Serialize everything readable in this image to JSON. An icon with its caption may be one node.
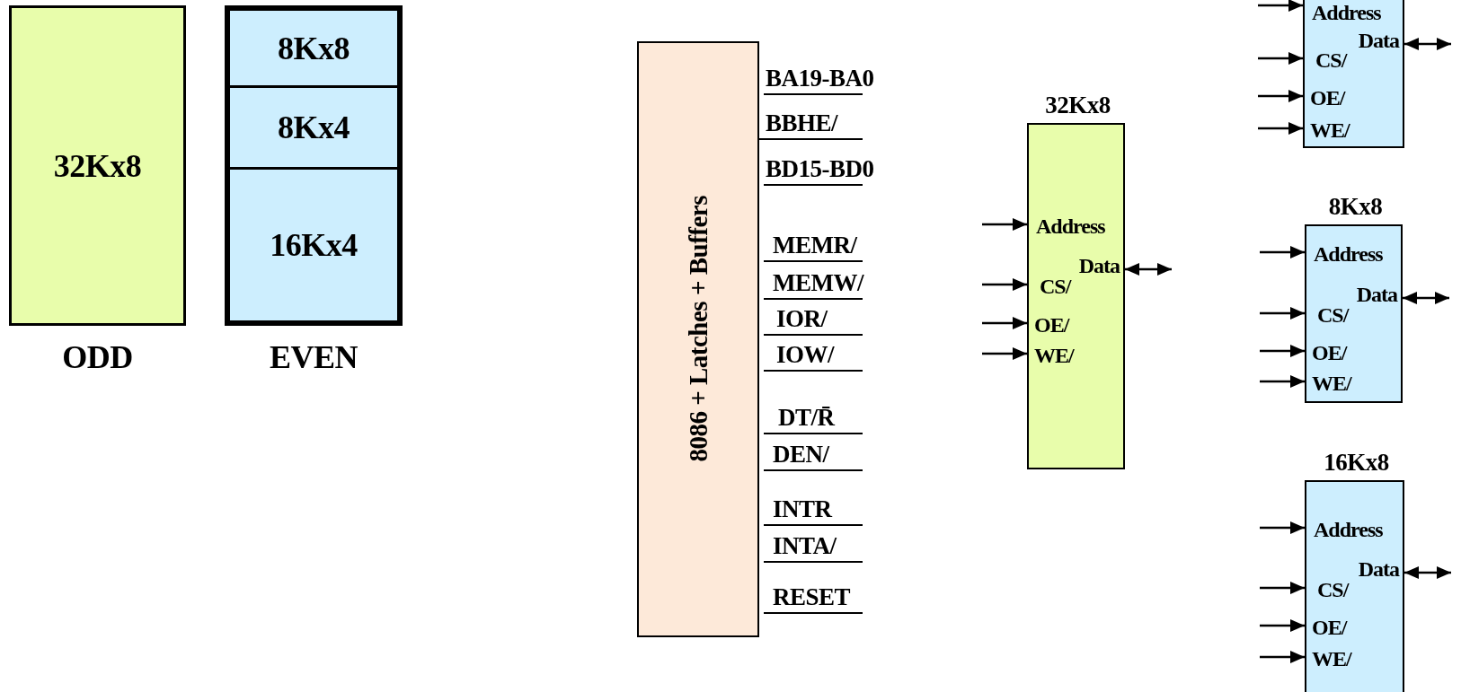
{
  "diagram": {
    "nodes": [
      {
        "text": [
          "32Kx8"
        ],
        "beside": [
          "ODD"
        ]
      },
      {
        "text": [],
        "shape": "box",
        "beside": [
          "EVEN"
        ]
      },
      {
        "text": [
          "8Kx8"
        ],
        "in": 1
      },
      {
        "text": [
          "8Kx4"
        ],
        "in": 1
      },
      {
        "text": [
          "16Kx4"
        ],
        "in": 1
      },
      {
        "text": [
          "8086 + Latches + Buffers"
        ],
        "beside": [
          "BA19-BA0",
          "BBHE/",
          "BD15-BD0",
          "MEMR/",
          "MEMW/",
          "IOR/",
          "IOW/",
          "DT/R̄",
          "DEN/",
          "INTR",
          "INTA/",
          "RESET"
        ]
      },
      {
        "text": [
          "32Kx8",
          "Address",
          "Data",
          "CS/",
          "OE/",
          "WE/"
        ]
      },
      {
        "text": [
          "Address",
          "Data",
          "CS/",
          "OE/",
          "WE/"
        ]
      },
      {
        "text": [
          "8Kx8",
          "Address",
          "Data",
          "CS/",
          "OE/",
          "WE/"
        ]
      },
      {
        "text": [
          "16Kx8",
          "Address",
          "Data",
          "CS/",
          "OE/",
          "WE/"
        ]
      }
    ],
    "edges": [
      {
        "from": null,
        "to": 6,
        "arrow": "to"
      },
      {
        "from": null,
        "to": 6,
        "arrow": "to"
      },
      {
        "from": null,
        "to": 6,
        "arrow": "to"
      },
      {
        "from": null,
        "to": 6,
        "arrow": "to"
      },
      {
        "from": 6,
        "to": null,
        "arrow": "both"
      },
      {
        "from": null,
        "to": 7,
        "arrow": "to"
      },
      {
        "from": null,
        "to": 7,
        "arrow": "to"
      },
      {
        "from": null,
        "to": 7,
        "arrow": "to"
      },
      {
        "from": null,
        "to": 7,
        "arrow": "to"
      },
      {
        "from": 7,
        "to": null,
        "arrow": "both"
      },
      {
        "from": null,
        "to": 8,
        "arrow": "to"
      },
      {
        "from": null,
        "to": 8,
        "arrow": "to"
      },
      {
        "from": null,
        "to": 8,
        "arrow": "to"
      },
      {
        "from": null,
        "to": 8,
        "arrow": "to"
      },
      {
        "from": 8,
        "to": null,
        "arrow": "both"
      },
      {
        "from": null,
        "to": 9,
        "arrow": "to"
      },
      {
        "from": null,
        "to": 9,
        "arrow": "to"
      },
      {
        "from": null,
        "to": 9,
        "arrow": "to"
      },
      {
        "from": null,
        "to": 9,
        "arrow": "to"
      },
      {
        "from": 9,
        "to": null,
        "arrow": "both"
      }
    ]
  }
}
